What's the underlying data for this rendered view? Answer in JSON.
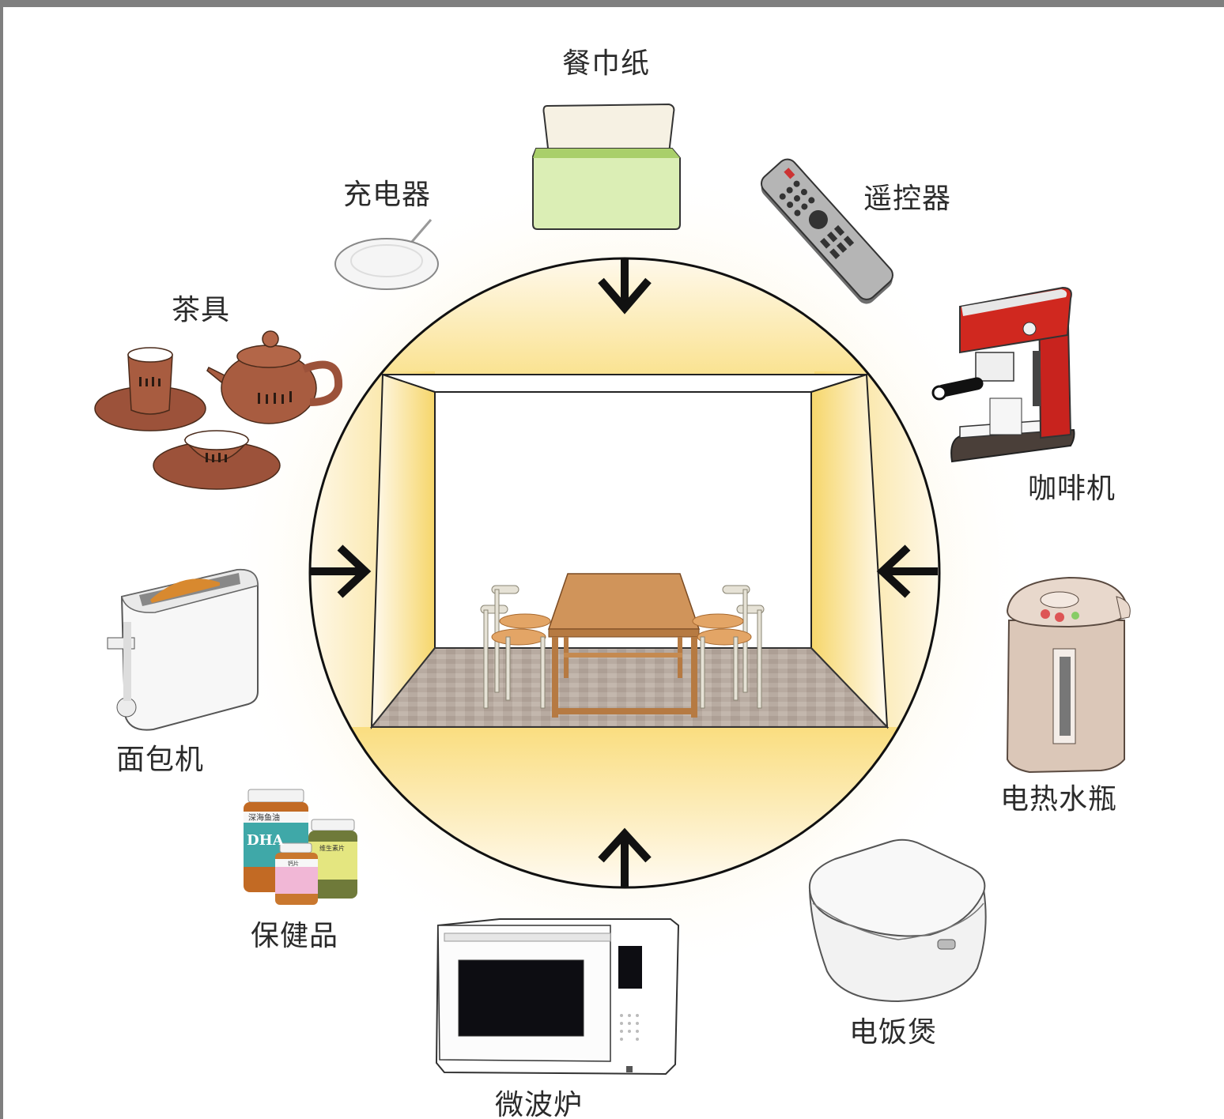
{
  "diagram": {
    "center": {
      "name": "dining-room",
      "colors": {
        "ring": "#111111",
        "glow": "#f7d35a",
        "wall": "#ffffff",
        "floor": "#b9aca2",
        "table": "#c8894a",
        "seat": "#e3a566",
        "chair_frame": "#e6e2d6"
      }
    },
    "arrows": [
      "arrow-down-icon",
      "arrow-right-icon",
      "arrow-left-icon",
      "arrow-up-icon"
    ],
    "items": [
      {
        "key": "napkin",
        "label": "餐巾纸",
        "icon": "tissue-box-icon",
        "color": "#dbeeb5"
      },
      {
        "key": "charger",
        "label": "充电器",
        "icon": "wireless-charger-icon",
        "color": "#f4f4f4"
      },
      {
        "key": "remote",
        "label": "遥控器",
        "icon": "remote-control-icon",
        "color": "#a9a9a9"
      },
      {
        "key": "tea_set",
        "label": "茶具",
        "icon": "teapot-icon",
        "color": "#a0573e"
      },
      {
        "key": "coffee_machine",
        "label": "咖啡机",
        "icon": "coffee-machine-icon",
        "color": "#c8231e"
      },
      {
        "key": "toaster",
        "label": "面包机",
        "icon": "toaster-icon",
        "color": "#f6f6f6"
      },
      {
        "key": "thermo_pot",
        "label": "电热水瓶",
        "icon": "thermo-pot-icon",
        "color": "#d8c3b4"
      },
      {
        "key": "supplements",
        "label": "保健品",
        "icon": "supplement-bottles-icon",
        "color": "#c26a24"
      },
      {
        "key": "rice_cooker",
        "label": "电饭煲",
        "icon": "rice-cooker-icon",
        "color": "#f3f3f3"
      },
      {
        "key": "microwave",
        "label": "微波炉",
        "icon": "microwave-icon",
        "color": "#ffffff"
      }
    ],
    "bottle_labels": {
      "big": "深海鱼油",
      "big_sub": "DHA",
      "right": "维生素片",
      "small": "钙片"
    }
  }
}
